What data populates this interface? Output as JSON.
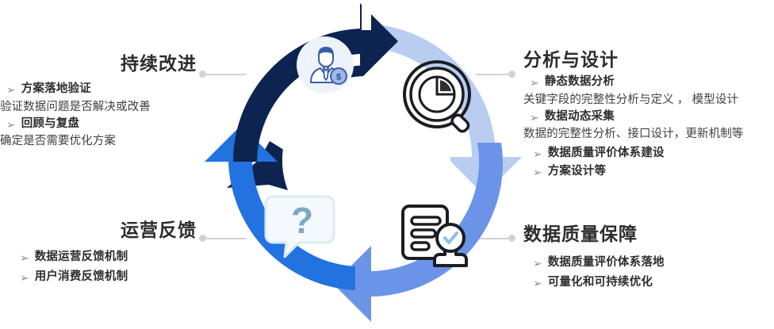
{
  "colors": {
    "arrow_dark_navy": "#0d2350",
    "arrow_light_blue": "#b8cdf0",
    "arrow_medium_blue": "#6b94e8",
    "arrow_bright_blue": "#2272e0",
    "icon_circle_bg": "#eef3fb",
    "connector_gray": "#cfd3d8",
    "heading_text": "#2d2d2d",
    "body_text": "#3f3f3f"
  },
  "diagram": {
    "type": "cycle",
    "segments": [
      {
        "id": "continuous-improvement",
        "color": "#0d2350",
        "icon": "person-badge-icon"
      },
      {
        "id": "analysis-design",
        "color": "#b8cdf0",
        "icon": "magnifier-pie-chart-icon"
      },
      {
        "id": "data-quality",
        "color": "#6b94e8",
        "icon": "certificate-seal-icon"
      },
      {
        "id": "operations-feedback",
        "color": "#2272e0",
        "icon": "question-bubble-icon"
      }
    ]
  },
  "sections": {
    "continuous_improvement": {
      "title": "持续改进",
      "items": [
        {
          "bullet": "➢",
          "label": "方案落地验证",
          "detail": "验证数据问题是否解决或改善"
        },
        {
          "bullet": "➢",
          "label": "回顾与复盘",
          "detail": "确定是否需要优化方案"
        }
      ]
    },
    "operations_feedback": {
      "title": "运营反馈",
      "items": [
        {
          "bullet": "➢",
          "label": "数据运营反馈机制"
        },
        {
          "bullet": "➢",
          "label": "用户消费反馈机制"
        }
      ]
    },
    "analysis_design": {
      "title": "分析与设计",
      "items": [
        {
          "bullet": "➢",
          "label": "静态数据分析",
          "detail": "关键字段的完整性分析与定义 ， 模型设计"
        },
        {
          "bullet": "➢",
          "label": "数据动态采集",
          "detail": "数据的完整性分析、接口设计，更新机制等"
        },
        {
          "bullet": "➢",
          "label": "数据质量评价体系建设"
        },
        {
          "bullet": "➢",
          "label": "方案设计等"
        }
      ]
    },
    "data_quality": {
      "title": "数据质量保障",
      "items": [
        {
          "bullet": "➢",
          "label": "数据质量评价体系落地"
        },
        {
          "bullet": "➢",
          "label": "可量化和可持续优化"
        }
      ]
    }
  }
}
